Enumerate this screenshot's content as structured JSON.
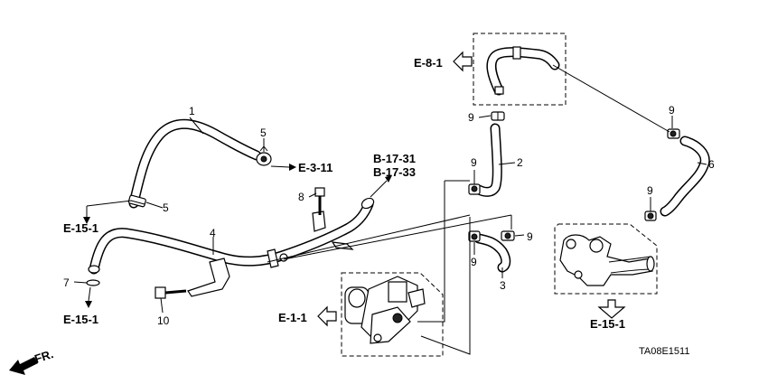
{
  "callouts": {
    "p1": "1",
    "p2": "2",
    "p3": "3",
    "p4": "4",
    "p5a": "5",
    "p5b": "5",
    "p6": "6",
    "p7": "7",
    "p8": "8",
    "p9a": "9",
    "p9b": "9",
    "p9c": "9",
    "p9d": "9",
    "p9e": "9",
    "p9f": "9",
    "p10": "10"
  },
  "refs": {
    "e_8_1": "E-8-1",
    "e_3_11": "E-3-11",
    "b_17_31": "B-17-31",
    "b_17_33": "B-17-33",
    "e_15_1_left": "E-15-1",
    "e_15_1_bottom": "E-15-1",
    "e_15_1_right": "E-15-1",
    "e_1_1": "E-1-1"
  },
  "front_label": "FR.",
  "diagram_code": "TA08E1511"
}
